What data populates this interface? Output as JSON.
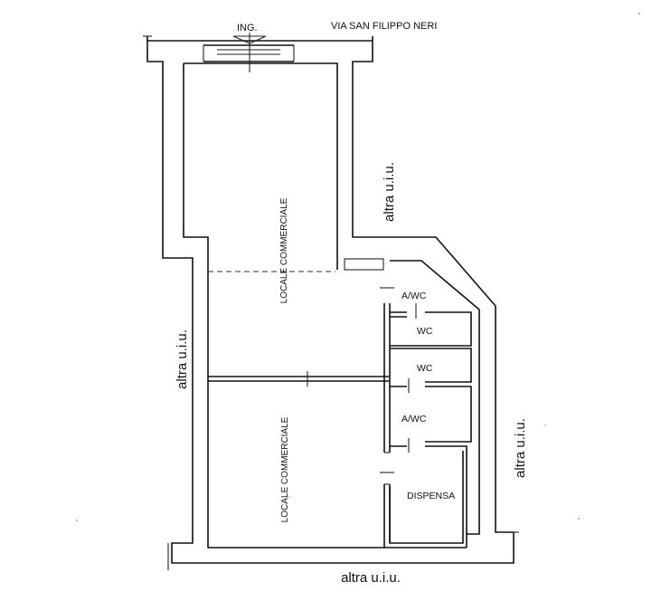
{
  "plan": {
    "street": "VIA SAN FILIPPO NERI",
    "entrance": "ING.",
    "rooms": {
      "shop_north": "LOCALE COMMERCIALE",
      "shop_south": "LOCALE COMMERCIALE",
      "awc_1": "A/WC",
      "wc_1": "WC",
      "wc_2": "WC",
      "awc_2": "A/WC",
      "pantry": "DISPENSA"
    },
    "neighbors": {
      "east_upper": "altra u.i.u.",
      "west": "altra u.i.u.",
      "east_lower": "altra u.i.u.",
      "south": "altra u.i.u."
    }
  }
}
